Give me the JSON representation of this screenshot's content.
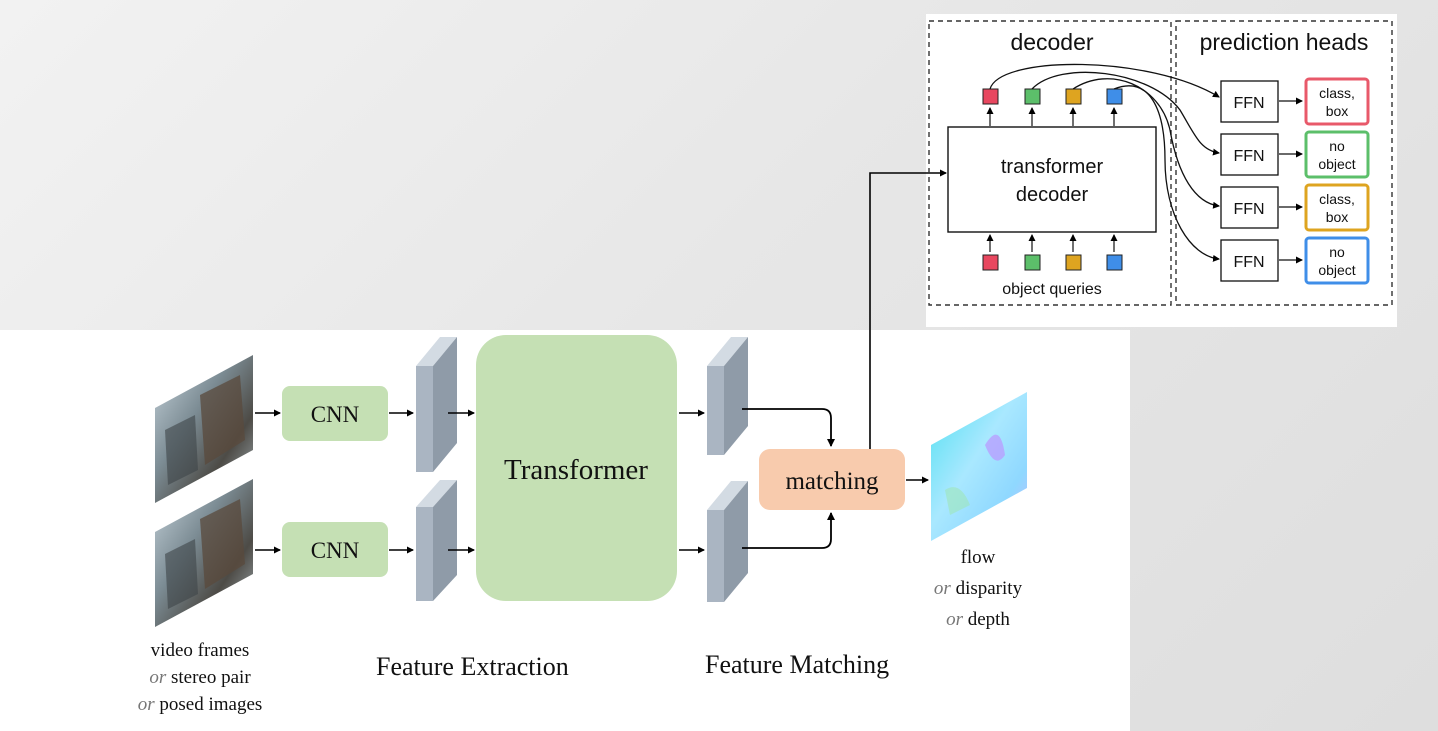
{
  "pipeline": {
    "cnn_top": "CNN",
    "cnn_bottom": "CNN",
    "transformer": "Transformer",
    "matching": "matching",
    "feature_extraction": "Feature Extraction",
    "feature_matching": "Feature Matching",
    "inputs": {
      "line1": "video frames",
      "line2_or": "or",
      "line2": "stereo pair",
      "line3_or": "or",
      "line3": "posed images"
    },
    "outputs": {
      "line1": "flow",
      "line2_or": "or",
      "line2": "disparity",
      "line3_or": "or",
      "line3": "depth"
    }
  },
  "decoder_inset": {
    "decoder_title": "decoder",
    "heads_title": "prediction heads",
    "transformer_line1": "transformer",
    "transformer_line2": "decoder",
    "object_queries": "object queries",
    "ffn_labels": [
      "FFN",
      "FFN",
      "FFN",
      "FFN"
    ],
    "outputs": [
      {
        "line1": "class,",
        "line2": "box",
        "color": "#e8596a"
      },
      {
        "line1": "no",
        "line2": "object",
        "color": "#5cbf6a"
      },
      {
        "line1": "class,",
        "line2": "box",
        "color": "#dea420"
      },
      {
        "line1": "no",
        "line2": "object",
        "color": "#3f8ee8"
      }
    ],
    "query_colors": [
      "#e8475f",
      "#5cbf6a",
      "#dea420",
      "#3f8ee8"
    ]
  },
  "colors": {
    "green_box": "#c5e0b4",
    "matching_box": "#f8cbad",
    "feature_map": "#aab5c2"
  }
}
